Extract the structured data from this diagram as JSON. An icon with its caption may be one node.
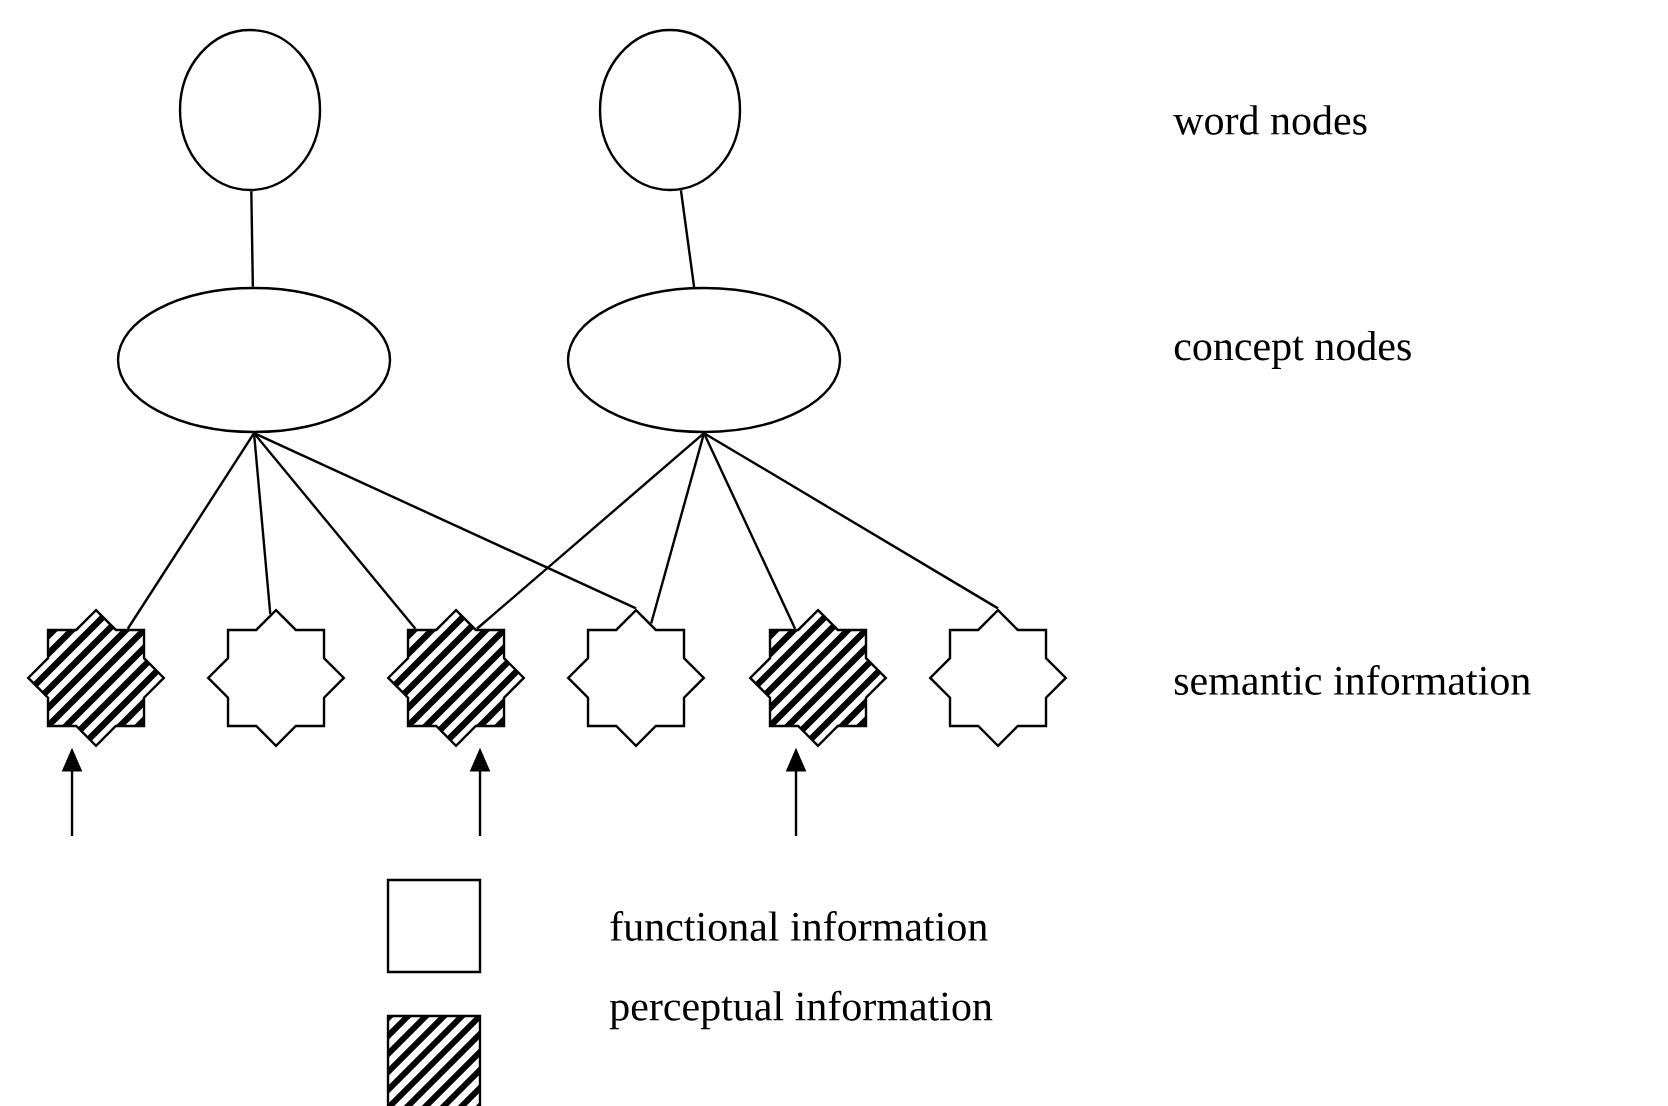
{
  "diagram": {
    "nodes": [
      {
        "text": [],
        "shape": "ellipse"
      },
      {
        "text": [],
        "shape": "ellipse"
      },
      {
        "text": [],
        "shape": "ellipse"
      },
      {
        "text": [],
        "shape": "ellipse"
      },
      {
        "text": [],
        "shape": "hatched-star"
      },
      {
        "text": [],
        "shape": "star"
      },
      {
        "text": [],
        "shape": "hatched-star"
      },
      {
        "text": [],
        "shape": "star"
      },
      {
        "text": [],
        "shape": "hatched-star"
      },
      {
        "text": [],
        "shape": "star"
      }
    ],
    "edges": [
      {
        "from": 0,
        "to": 2,
        "arrow": "none"
      },
      {
        "from": 1,
        "to": 3,
        "arrow": "none"
      },
      {
        "from": 2,
        "to": 4,
        "arrow": "none"
      },
      {
        "from": 2,
        "to": 5,
        "arrow": "none"
      },
      {
        "from": 2,
        "to": 6,
        "arrow": "none"
      },
      {
        "from": 2,
        "to": 7,
        "arrow": "none"
      },
      {
        "from": 3,
        "to": 6,
        "arrow": "none"
      },
      {
        "from": 3,
        "to": 7,
        "arrow": "none"
      },
      {
        "from": 3,
        "to": 8,
        "arrow": "none"
      },
      {
        "from": 3,
        "to": 9,
        "arrow": "none"
      },
      {
        "from": null,
        "to": 4,
        "arrow": "to"
      },
      {
        "from": null,
        "to": 6,
        "arrow": "to"
      },
      {
        "from": null,
        "to": 8,
        "arrow": "to"
      }
    ],
    "labels": [
      "word nodes",
      "concept nodes",
      "semantic information"
    ],
    "legend": [
      {
        "text": "functional information"
      },
      {
        "text": "perceptual information"
      }
    ]
  }
}
